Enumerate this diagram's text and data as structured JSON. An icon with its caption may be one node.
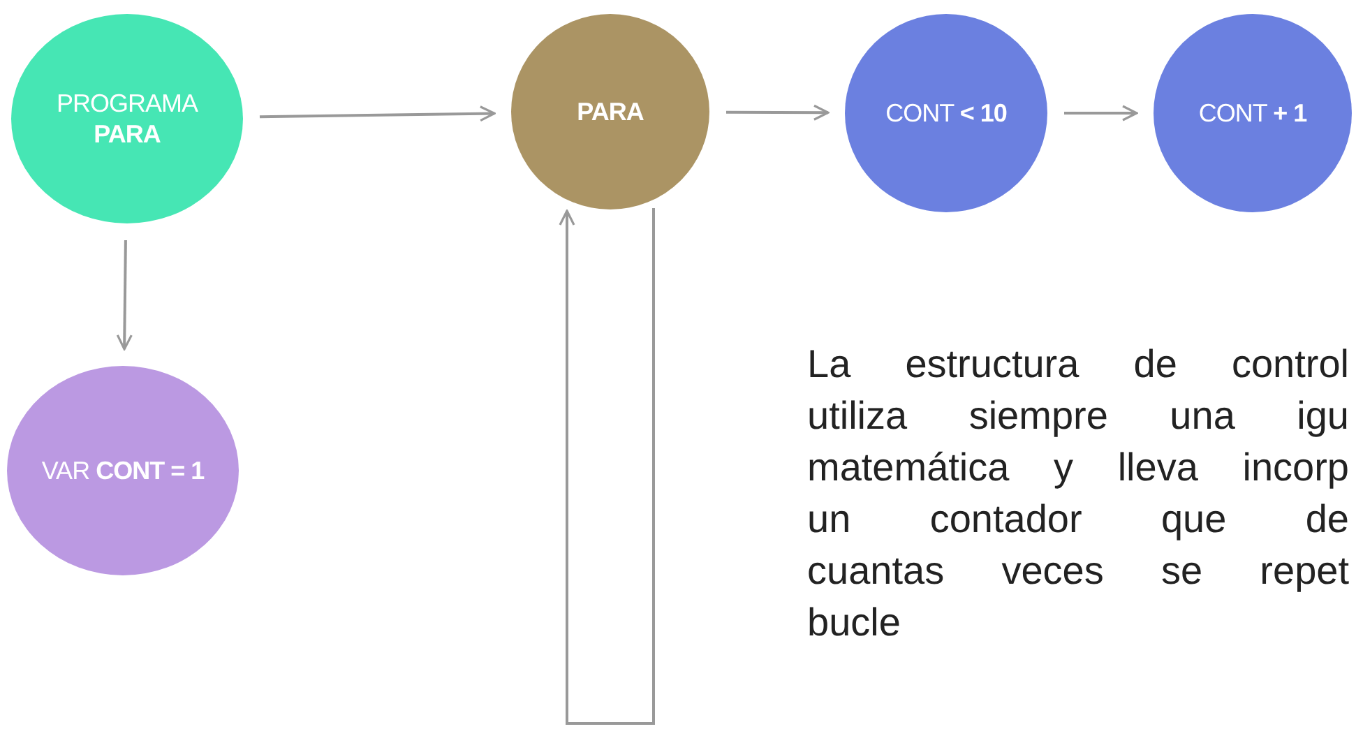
{
  "diagram": {
    "nodes": [
      {
        "text": [
          "PROGRAMA **PARA**"
        ]
      },
      {
        "text": [
          "PARA"
        ]
      },
      {
        "text": [
          "CONT **< 10**"
        ]
      },
      {
        "text": [
          "CONT **+ 1**"
        ]
      },
      {
        "text": [
          "VAR **CONT = 1**"
        ]
      }
    ],
    "edges": [
      {
        "from": 0,
        "to": 1,
        "arrow": "to"
      },
      {
        "from": 1,
        "to": 2,
        "arrow": "to"
      },
      {
        "from": 2,
        "to": 3,
        "arrow": "to"
      },
      {
        "from": 0,
        "to": 4,
        "arrow": "to"
      },
      {
        "from": 1,
        "to": 1,
        "arrow": "to"
      }
    ],
    "labels": [
      "La estructura de control utiliza siempre una igu matemática y lleva incorp un contador que de cuantas veces se repet bucle"
    ]
  }
}
